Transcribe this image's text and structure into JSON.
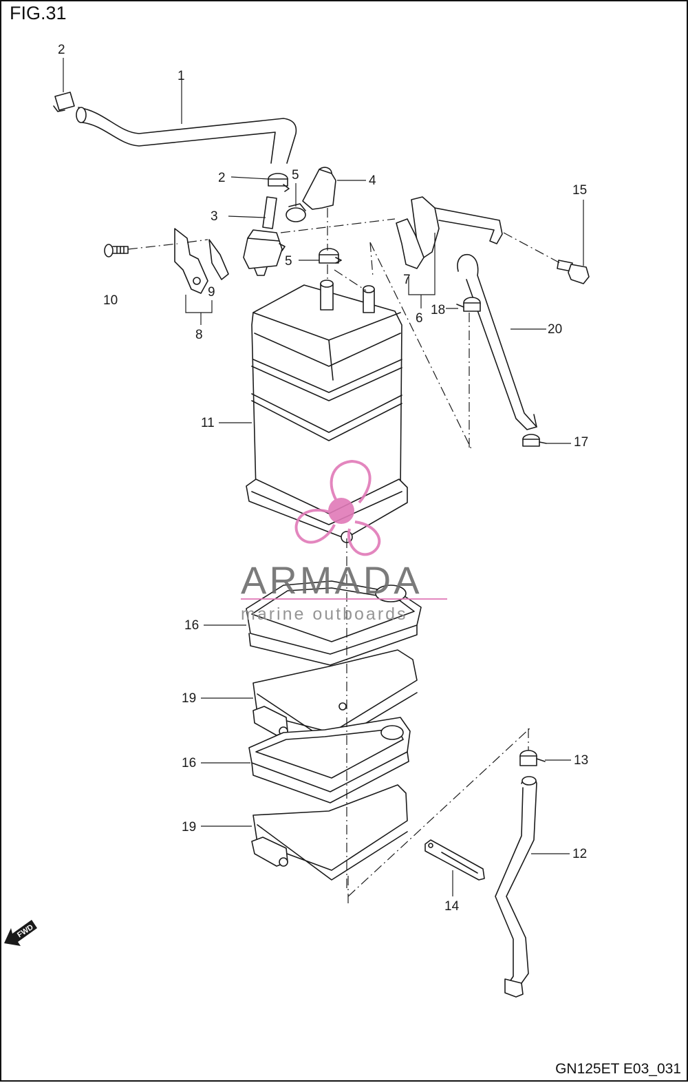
{
  "figure": {
    "title": "FIG.31",
    "code": "GN125ET E03_031"
  },
  "watermark": {
    "brand": "ARMADA",
    "tagline": "marine outboards",
    "accent_color": "#e07ab8"
  },
  "fwd_label": "FWD",
  "callouts": {
    "c1": "1",
    "c2a": "2",
    "c2b": "2",
    "c3": "3",
    "c4": "4",
    "c5a": "5",
    "c5b": "5",
    "c6": "6",
    "c7": "7",
    "c8": "8",
    "c9": "9",
    "c10": "10",
    "c11": "11",
    "c12": "12",
    "c13": "13",
    "c14": "14",
    "c15": "15",
    "c16a": "16",
    "c16b": "16",
    "c17": "17",
    "c18": "18",
    "c19a": "19",
    "c19b": "19",
    "c20": "20"
  }
}
